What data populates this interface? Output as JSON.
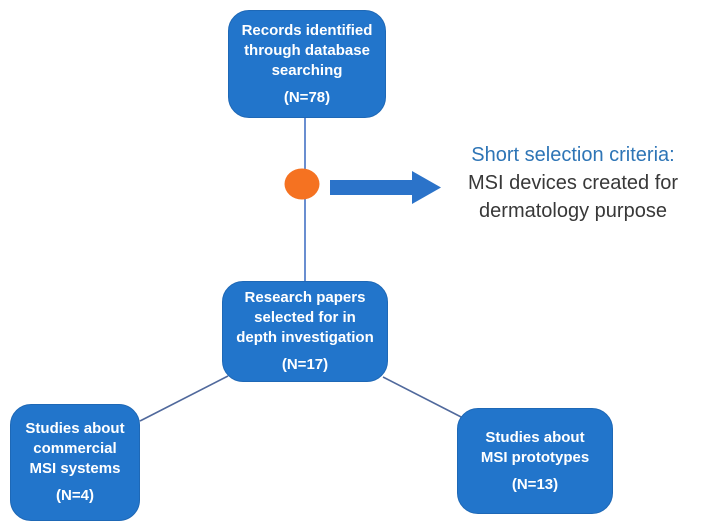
{
  "diagram": {
    "title": "study-selection-flowchart",
    "boxes": {
      "top": {
        "lines": [
          "Records identified",
          "through database",
          "searching"
        ],
        "count": "(N=78)"
      },
      "middle": {
        "lines": [
          "Research papers",
          "selected for in",
          "depth investigation"
        ],
        "count": "(N=17)"
      },
      "bottom_left": {
        "lines": [
          "Studies about",
          "commercial",
          "MSI systems"
        ],
        "count": "(N=4)"
      },
      "bottom_right": {
        "lines": [
          "Studies about",
          "MSI prototypes"
        ],
        "count": "(N=13)"
      }
    },
    "annotation": {
      "heading": "Short selection criteria:",
      "line1": "MSI devices created for",
      "line2": "dermatology purpose"
    },
    "colors": {
      "background": "#ffffff",
      "box_fill": "#2275cb",
      "box_border": "#1e68b6",
      "box_text": "#ffffff",
      "connector": "#4472c4",
      "diagonal": "#50699c",
      "ellipse": "#f57221",
      "arrow": "#2b73c9",
      "heading_text": "#2e75b6",
      "body_text": "#383838"
    }
  }
}
